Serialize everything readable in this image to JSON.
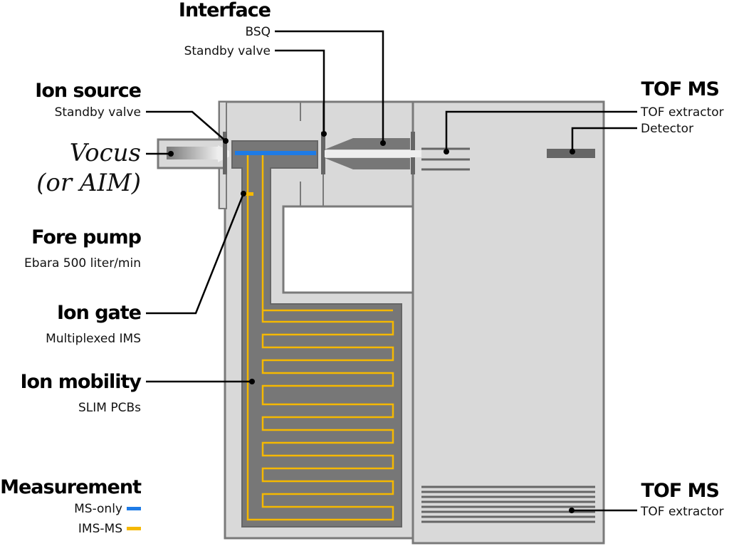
{
  "labels": {
    "interface": {
      "title": "Interface",
      "bsq": "BSQ",
      "standby": "Standby valve"
    },
    "ion_source": {
      "title": "Ion source",
      "standby": "Standby valve",
      "inlet_line1": "Vocus",
      "inlet_line2": "(or AIM)"
    },
    "fore_pump": {
      "title": "Fore pump",
      "sub": "Ebara 500 liter/min"
    },
    "ion_gate": {
      "title": "Ion gate",
      "sub": "Multiplexed IMS"
    },
    "ion_mobility": {
      "title": "Ion mobility",
      "sub": "SLIM PCBs"
    },
    "measurement": {
      "title": "Measurement",
      "ms_only": "MS-only",
      "ims_ms": "IMS-MS"
    },
    "tof_top": {
      "title": "TOF MS",
      "extractor": "TOF extractor",
      "detector": "Detector"
    },
    "tof_bottom": {
      "title": "TOF MS",
      "extractor": "TOF extractor"
    }
  },
  "colors": {
    "ms_only": "#1e7be6",
    "ims_ms": "#f5b800",
    "chamber_fill": "#d9d9d9",
    "chamber_stroke": "#7a7a7a",
    "component": "#777777"
  }
}
